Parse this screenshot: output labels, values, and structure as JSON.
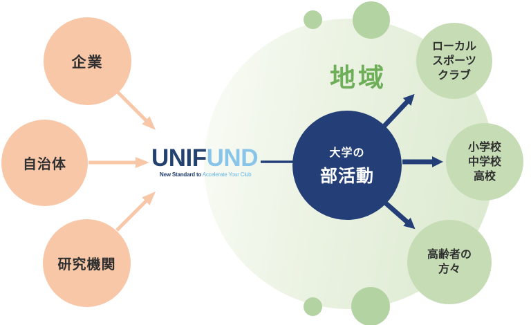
{
  "diagram_title": "UNIFUND flow diagram",
  "sources": [
    {
      "label": "企業"
    },
    {
      "label": "自治体"
    },
    {
      "label": "研究機関"
    }
  ],
  "logo": {
    "name_primary": "UNIF",
    "name_secondary": "UND",
    "tagline_bold": "New Standard to",
    "tagline_light": "Accelerate Your Club"
  },
  "community": {
    "label": "地域",
    "hub": {
      "line1": "大学の",
      "line2": "部活動"
    },
    "targets": [
      {
        "lines": [
          "ローカル",
          "スポーツ",
          "クラブ"
        ]
      },
      {
        "lines": [
          "小学校",
          "中学校",
          "高校"
        ]
      },
      {
        "lines": [
          "高齢者の",
          "方々"
        ]
      }
    ]
  },
  "colors": {
    "source_circle": "#F7C7A8",
    "source_arrow": "#F7C7A8",
    "community_gradient_start": "#FAFCF7",
    "community_gradient_end": "#DAE9CE",
    "community_label": "#6EAE58",
    "target_circle": "#C5DCB4",
    "decor_circle": "#B4D3A2",
    "hub_circle": "#243F78",
    "hub_arrow": "#243F78",
    "logo_primary": "#24426F",
    "logo_secondary": "#89C5E9",
    "label_text": "#2F2F2F"
  }
}
